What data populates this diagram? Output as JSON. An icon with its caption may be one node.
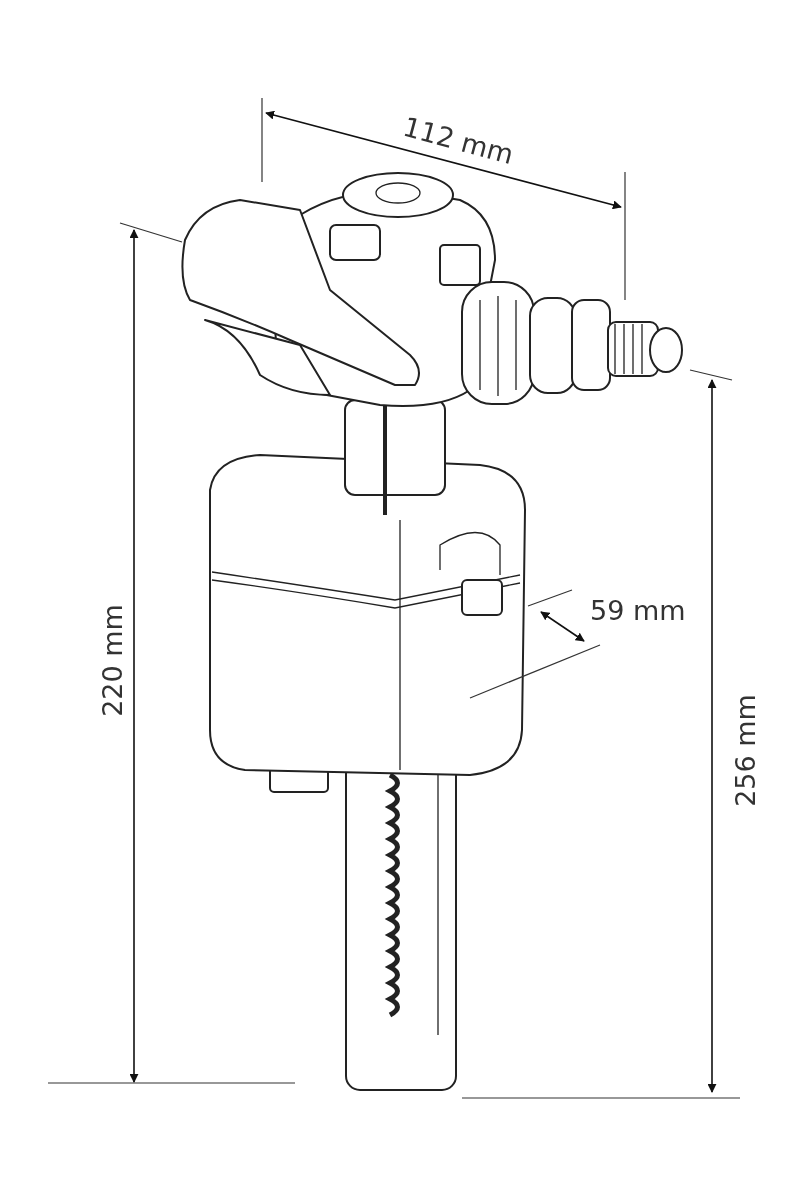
{
  "diagram": {
    "labels": [
      "112 mm",
      "59 mm",
      "220 mm",
      "256 mm"
    ]
  }
}
